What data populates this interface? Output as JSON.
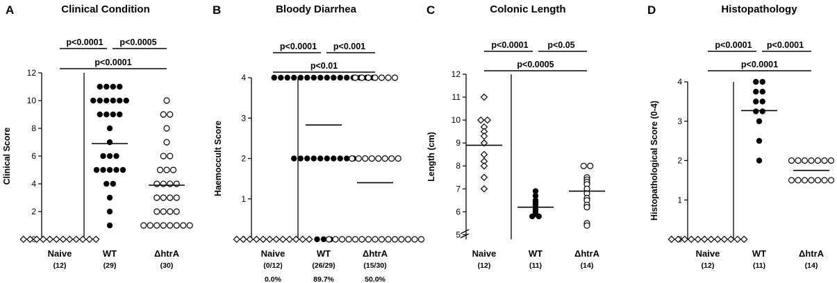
{
  "chart_data": [
    {
      "type": "scatter",
      "letter": "A",
      "title": "Clinical Condition",
      "ylabel": "Clinical Score",
      "ylim": [
        0,
        12
      ],
      "yticks": [
        0,
        2,
        4,
        6,
        8,
        10,
        12
      ],
      "categories": [
        "Naive",
        "WT",
        "ΔhtrA"
      ],
      "group_counts": [
        "(12)",
        "(29)",
        "(30)"
      ],
      "group_percents": [],
      "series": [
        {
          "group": "Naive",
          "marker": "diamond-open",
          "mean": 0,
          "values": [
            0,
            0,
            0,
            0,
            0,
            0,
            0,
            0,
            0,
            0,
            0,
            0
          ]
        },
        {
          "group": "WT",
          "marker": "circle-filled",
          "mean": 6.9,
          "values": [
            11,
            11,
            11,
            11,
            10,
            10,
            10,
            10,
            10,
            10,
            9,
            9,
            9,
            9,
            8,
            7,
            6,
            6,
            6,
            5,
            5,
            5,
            5,
            5,
            4,
            4,
            3,
            2,
            1
          ]
        },
        {
          "group": "ΔhtrA",
          "marker": "circle-open",
          "mean": 3.9,
          "values": [
            10,
            9,
            9,
            8,
            7,
            6,
            6,
            5,
            5,
            5,
            4,
            4,
            4,
            4,
            3,
            3,
            3,
            3,
            2,
            2,
            2,
            2,
            1,
            1,
            1,
            1,
            1,
            1,
            1,
            1
          ]
        }
      ],
      "comparisons": [
        {
          "from": 0,
          "to": 1,
          "label": "p<0.0001"
        },
        {
          "from": 1,
          "to": 2,
          "label": "p<0.0005"
        },
        {
          "from": 0,
          "to": 2,
          "label": "p<0.0001"
        }
      ]
    },
    {
      "type": "scatter",
      "letter": "B",
      "title": "Bloody Diarrhea",
      "ylabel": "Haemoccult Score",
      "ylim": [
        0,
        4.2
      ],
      "yticks": [
        0,
        1,
        2,
        3,
        4
      ],
      "categories": [
        "Naive",
        "WT",
        "ΔhtrA"
      ],
      "group_counts": [
        "(0/12)",
        "(26/29)",
        "(15/30)"
      ],
      "group_percents": [
        "0.0%",
        "89.7%",
        "50.0%"
      ],
      "series": [
        {
          "group": "Naive",
          "marker": "diamond-open",
          "mean": 0,
          "values": [
            0,
            0,
            0,
            0,
            0,
            0,
            0,
            0,
            0,
            0,
            0,
            0
          ]
        },
        {
          "group": "WT",
          "marker": "circle-filled",
          "mean": 2.83,
          "values": [
            4,
            4,
            4,
            4,
            4,
            4,
            4,
            4,
            4,
            4,
            4,
            4,
            4,
            4,
            4,
            4,
            2,
            2,
            2,
            2,
            2,
            2,
            2,
            2,
            2,
            2,
            0,
            0,
            0
          ]
        },
        {
          "group": "ΔhtrA",
          "marker": "circle-open",
          "mean": 1.4,
          "values": [
            4,
            4,
            4,
            4,
            4,
            4,
            4,
            2,
            2,
            2,
            2,
            2,
            2,
            2,
            2,
            0,
            0,
            0,
            0,
            0,
            0,
            0,
            0,
            0,
            0,
            0,
            0,
            0,
            0,
            0
          ]
        }
      ],
      "comparisons": [
        {
          "from": 0,
          "to": 1,
          "label": "p<0.0001"
        },
        {
          "from": 1,
          "to": 2,
          "label": "p<0.001"
        },
        {
          "from": 0,
          "to": 2,
          "label": "p<0.01"
        }
      ]
    },
    {
      "type": "scatter",
      "letter": "C",
      "title": "Colonic Length",
      "ylabel": "Length (cm)",
      "ylim": [
        4.8,
        12
      ],
      "ybreak": true,
      "yticks": [
        5,
        6,
        7,
        8,
        9,
        10,
        11,
        12
      ],
      "categories": [
        "Naive",
        "WT",
        "ΔhtrA"
      ],
      "group_counts": [
        "(12)",
        "(11)",
        "(14)"
      ],
      "group_percents": [],
      "series": [
        {
          "group": "Naive",
          "marker": "diamond-open",
          "mean": 8.9,
          "values": [
            11,
            10,
            10,
            9.7,
            9.5,
            9.3,
            9,
            8.5,
            8.2,
            8,
            7.5,
            7
          ]
        },
        {
          "group": "WT",
          "marker": "circle-filled",
          "mean": 6.2,
          "values": [
            6.9,
            6.7,
            6.5,
            6.4,
            6.3,
            6.2,
            6.1,
            6,
            5.9,
            5.8,
            5.8
          ]
        },
        {
          "group": "ΔhtrA",
          "marker": "circle-open",
          "mean": 6.9,
          "values": [
            8,
            8,
            7.5,
            7.4,
            7.3,
            7.2,
            7,
            6.8,
            6.6,
            6.5,
            6.3,
            6.2,
            5.5,
            5.4
          ]
        }
      ],
      "comparisons": [
        {
          "from": 0,
          "to": 1,
          "label": "p<0.0001"
        },
        {
          "from": 1,
          "to": 2,
          "label": "p<0.05"
        },
        {
          "from": 0,
          "to": 2,
          "label": "p<0.0005"
        }
      ]
    },
    {
      "type": "scatter",
      "letter": "D",
      "title": "Histopathology",
      "ylabel": "Histopathological Score (0-4)",
      "ylim": [
        0,
        4.2
      ],
      "yticks": [
        0,
        1,
        2,
        3,
        4
      ],
      "categories": [
        "Naive",
        "WT",
        "ΔhtrA"
      ],
      "group_counts": [
        "(12)",
        "(11)",
        "(14)"
      ],
      "group_percents": [],
      "series": [
        {
          "group": "Naive",
          "marker": "diamond-open",
          "mean": 0,
          "values": [
            0,
            0,
            0,
            0,
            0,
            0,
            0,
            0,
            0,
            0,
            0,
            0
          ]
        },
        {
          "group": "WT",
          "marker": "circle-filled",
          "mean": 3.27,
          "values": [
            4,
            4,
            3.75,
            3.75,
            3.5,
            3.5,
            3.25,
            3.25,
            3,
            2.5,
            2
          ]
        },
        {
          "group": "ΔhtrA",
          "marker": "circle-open",
          "mean": 1.75,
          "values": [
            2,
            2,
            2,
            2,
            2,
            2,
            2,
            1.5,
            1.5,
            1.5,
            1.5,
            1.5,
            1.5,
            1.5
          ]
        }
      ],
      "comparisons": [
        {
          "from": 0,
          "to": 1,
          "label": "p<0.0001"
        },
        {
          "from": 1,
          "to": 2,
          "label": "p<0.0001"
        },
        {
          "from": 0,
          "to": 2,
          "label": "p<0.0001"
        }
      ]
    }
  ]
}
